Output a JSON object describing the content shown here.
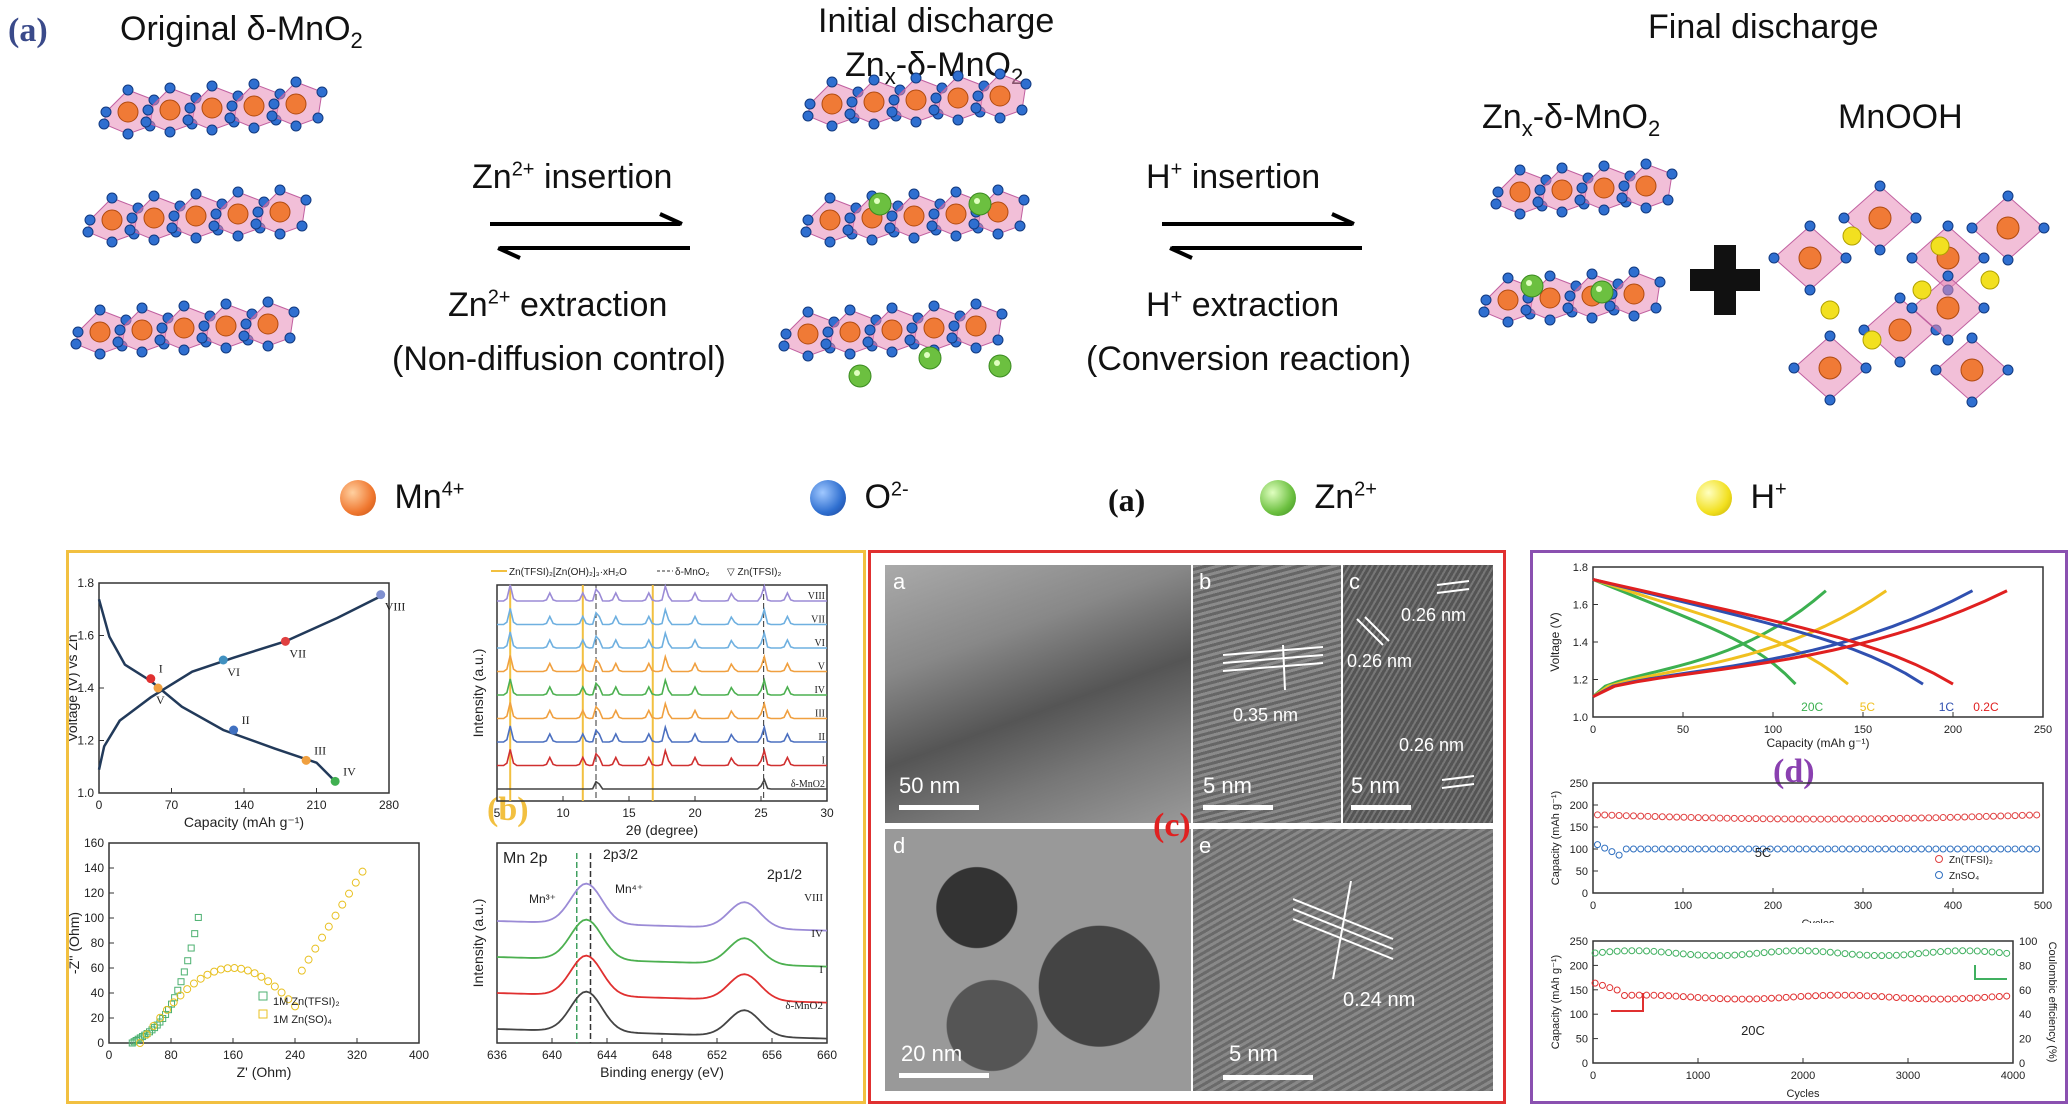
{
  "top": {
    "label_a": "(a)",
    "original": {
      "title": "Original δ-MnO",
      "sub": "2"
    },
    "initial": {
      "title1": "Initial discharge",
      "title2": "Zn",
      "sub_x": "x",
      "title2b": "-δ-MnO",
      "sub_2": "2"
    },
    "final": {
      "title": "Final discharge",
      "left": "Zn",
      "left_sub_x": "x",
      "left_b": "-δ-MnO",
      "left_sub_2": "2",
      "right": "MnOOH"
    },
    "arrow1": {
      "top": "Zn",
      "top_sup": "2+",
      "top_b": " insertion",
      "bot": "Zn",
      "bot_sup": "2+",
      "bot_b": " extraction",
      "note": "(Non-diffusion control)"
    },
    "arrow2": {
      "top": "H",
      "top_sup": "+",
      "top_b": " insertion",
      "bot": "H",
      "bot_sup": "+",
      "bot_b": " extraction",
      "note": "(Conversion reaction)"
    },
    "legend": [
      {
        "name": "Mn",
        "sup": "4+",
        "color": "#f08040"
      },
      {
        "name": "O",
        "sup": "2-",
        "color": "#2f6fd0"
      },
      {
        "name": "Zn",
        "sup": "2+",
        "color": "#6cc040"
      },
      {
        "name": "H",
        "sup": "+",
        "color": "#f2e020"
      }
    ],
    "center_label": "(a)"
  },
  "panel_b": {
    "label": "(b)",
    "box_color": "#f2c040",
    "charge_plot": {
      "ylabel": "Voltage (V) vs Zn",
      "xlabel": "Capacity (mAh g",
      "xlabel_sup": "-1",
      "xlabel_end": ")",
      "xticks": [
        "0",
        "70",
        "140",
        "210",
        "280"
      ],
      "yticks": [
        "1.0",
        "1.2",
        "1.4",
        "1.6",
        "1.8"
      ],
      "points": [
        "I",
        "II",
        "III",
        "IV",
        "V",
        "VI",
        "VII",
        "VIII"
      ]
    },
    "xrd_plot": {
      "legend": [
        "Zn(TFSI)",
        "[Zn(OH)",
        "]",
        "·xH",
        "O",
        "δ-MnO",
        "Zn(TFSI)"
      ],
      "legend_subs": {
        "tfsi": "2",
        "oh": "2",
        "oh3": "3",
        "h2o": "2",
        "mno": "2"
      },
      "ylabel": "Intensity (a.u.)",
      "xlabel": "2θ (degree)",
      "xticks": [
        "5",
        "10",
        "15",
        "20",
        "25",
        "30"
      ],
      "traces": [
        "VIII",
        "VII",
        "VI",
        "V",
        "IV",
        "III",
        "II",
        "I",
        "δ-MnO"
      ],
      "trace_sub": "2",
      "trace_colors": [
        "#9b8bd6",
        "#6fb0e0",
        "#6fb0e0",
        "#f0a040",
        "#4cb050",
        "#f0a040",
        "#4c70c0",
        "#d03030",
        "#444444"
      ]
    },
    "eis_plot": {
      "ylabel": "-Z'' (Ohm)",
      "xlabel": "Z' (Ohm)",
      "xticks": [
        "0",
        "80",
        "160",
        "240",
        "320",
        "400"
      ],
      "yticks": [
        "0",
        "20",
        "40",
        "60",
        "80",
        "100",
        "120",
        "140",
        "160"
      ],
      "legend": [
        {
          "name": "1M Zn(TFSI)",
          "sub": "2",
          "color": "#4cb070"
        },
        {
          "name": "1M Zn(SO)",
          "sub": "4",
          "color": "#e8c020"
        }
      ]
    },
    "xps_plot": {
      "title": "Mn 2p",
      "peak1": "2p",
      "peak1_sub": "3/2",
      "peak2": "2p",
      "peak2_sub": "1/2",
      "mn3": "Mn",
      "mn3_sup": "3+",
      "mn4": "Mn",
      "mn4_sup": "4+",
      "ylabel": "Intensity (a.u.)",
      "xlabel": "Binding energy (eV)",
      "xticks": [
        "636",
        "640",
        "644",
        "648",
        "652",
        "656",
        "660"
      ],
      "traces": [
        "VIII",
        "IV",
        "I",
        "δ-MnO"
      ],
      "trace_sub": "2"
    }
  },
  "panel_c": {
    "label": "(c)",
    "box_color": "#e03030",
    "images": [
      {
        "tag": "a",
        "scale": "50 nm"
      },
      {
        "tag": "b",
        "scale": "5 nm",
        "spacing": "0.35 nm"
      },
      {
        "tag": "c",
        "scale": "5 nm",
        "spacing1": "0.26 nm",
        "spacing2": "0.26 nm",
        "spacing3": "0.26 nm"
      },
      {
        "tag": "d",
        "scale": "20 nm"
      },
      {
        "tag": "e",
        "scale": "5 nm",
        "spacing": "0.24 nm"
      }
    ]
  },
  "panel_d": {
    "label": "(d)",
    "box_color": "#8a50b0",
    "gcd_plot": {
      "ylabel": "Voltage (V)",
      "xlabel": "Capacity (mAh g",
      "xlabel_sup": "-1",
      "xlabel_end": ")",
      "xticks": [
        "0",
        "50",
        "100",
        "150",
        "200",
        "250"
      ],
      "yticks": [
        "1.0",
        "1.2",
        "1.4",
        "1.6",
        "1.8"
      ],
      "rates": [
        {
          "name": "20C",
          "color": "#3cb050"
        },
        {
          "name": "5C",
          "color": "#f0c020"
        },
        {
          "name": "1C",
          "color": "#3050b0"
        },
        {
          "name": "0.2C",
          "color": "#e02020"
        }
      ]
    },
    "cyc5_plot": {
      "ylabel": "Capacity (mAh g",
      "ylabel_sup": "-1",
      "ylabel_end": ")",
      "xlabel": "Cycles",
      "xticks": [
        "0",
        "100",
        "200",
        "300",
        "400",
        "500"
      ],
      "yticks": [
        "0",
        "50",
        "100",
        "150",
        "200",
        "250"
      ],
      "rate": "5C",
      "legend": [
        {
          "name": "Zn(TFSI)",
          "sub": "2",
          "color": "#e04040"
        },
        {
          "name": "ZnSO",
          "sub": "4",
          "color": "#3070c0"
        }
      ]
    },
    "cyc20_plot": {
      "ylabel": "Capacity (mAh g",
      "ylabel_sup": "-1",
      "ylabel_end": ")",
      "ylabel2": "Coulombic efficiency (%)",
      "xlabel": "Cycles",
      "xticks": [
        "0",
        "1000",
        "2000",
        "3000",
        "4000"
      ],
      "yticks": [
        "0",
        "50",
        "100",
        "150",
        "200",
        "250"
      ],
      "yticks2": [
        "0",
        "20",
        "40",
        "60",
        "80",
        "100"
      ],
      "rate": "20C"
    }
  }
}
